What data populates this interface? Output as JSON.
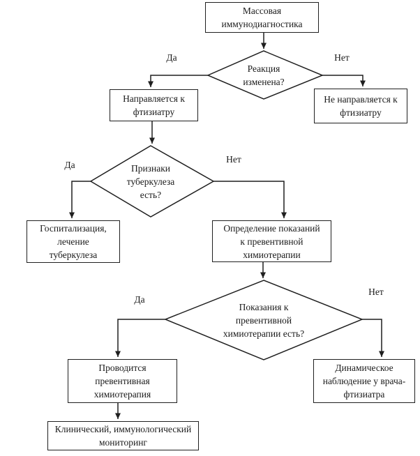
{
  "nodes": {
    "start": {
      "label": "Массовая\nиммунодиагностика"
    },
    "reaction": {
      "label": "Реакция\nизменена?"
    },
    "referred": {
      "label": "Направляется к\nфтизиатру"
    },
    "not_referred": {
      "label": "Не направляется к\nфтизиатру"
    },
    "signs": {
      "label": "Признаки\nтуберкулеза\nесть?"
    },
    "hosp": {
      "label": "Госпитализация,\nлечение\nтуберкулеза"
    },
    "determine": {
      "label": "Определение показаний\nк превентивной\nхимиотерапии"
    },
    "indications": {
      "label": "Показания к\nпревентивной\nхимиотерапии есть?"
    },
    "chemo": {
      "label": "Проводится\nпревентивная\nхимиотерапия"
    },
    "dynamic": {
      "label": "Динамическое\nнаблюдение у врача-\nфтизиатра"
    },
    "monitoring": {
      "label": "Клинический, иммунологический\nмониторинг"
    }
  },
  "edge_labels": {
    "reaction_yes": "Да",
    "reaction_no": "Нет",
    "signs_yes": "Да",
    "signs_no": "Нет",
    "indications_yes": "Да",
    "indications_no": "Нет"
  },
  "colors": {
    "background": "#ffffff",
    "stroke": "#1f1f1f",
    "text": "#1a1a1a"
  }
}
